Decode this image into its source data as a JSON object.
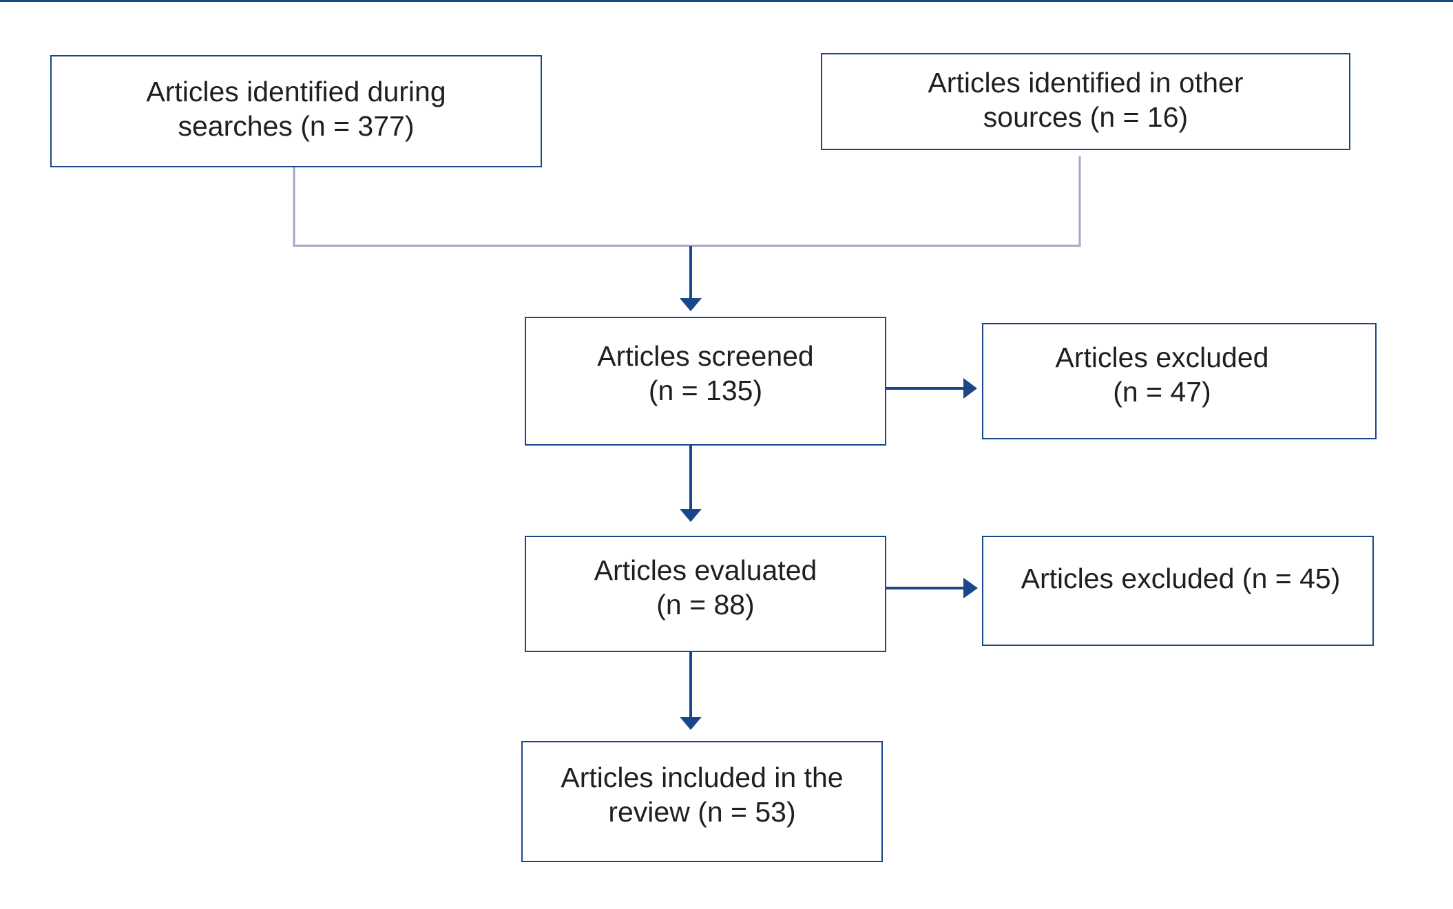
{
  "diagram": {
    "colors": {
      "box_border": "#1a4789",
      "arrow": "#1a4789",
      "merge_line": "#a3a7cc",
      "text": "#1f1f1f"
    },
    "boxes": {
      "identified_searches": "Articles identified during\nsearches (n = 377)",
      "identified_other": "Articles identified in other\nsources (n = 16)",
      "screened": "Articles screened\n(n = 135)",
      "excluded_screening": "Articles excluded\n(n = 47)",
      "evaluated": "Articles evaluated\n(n = 88)",
      "excluded_evaluation": "Articles excluded  (n = 45)",
      "included": "Articles included in the\nreview (n = 53)"
    }
  }
}
